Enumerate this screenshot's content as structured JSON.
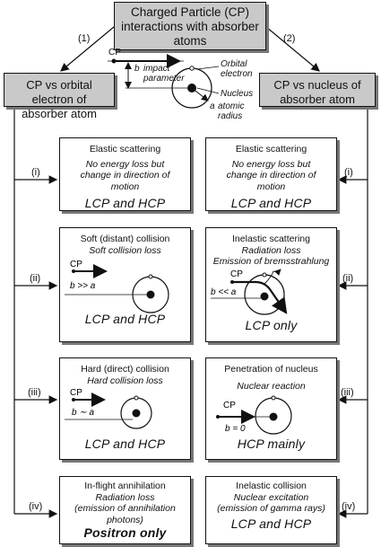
{
  "title": "Charged Particle (CP) interactions with absorber atoms",
  "branch_left": {
    "marker": "(1)",
    "title": "CP vs orbital electron of absorber atom",
    "sub": [
      {
        "marker": "(i)",
        "title": "Elastic scattering",
        "desc": "No energy loss but change in direction of motion",
        "result": "LCP and HCP"
      },
      {
        "marker": "(ii)",
        "title": "Soft (distant) collision",
        "desc": "Soft collision loss",
        "cond": "b >> a",
        "result": "LCP and HCP"
      },
      {
        "marker": "(iii)",
        "title": "Hard (direct) collision",
        "desc": "Hard collision loss",
        "cond": "b ∼ a",
        "result": "LCP and HCP"
      },
      {
        "marker": "(iv)",
        "title": "In-flight annihilation",
        "desc": "Radiation loss",
        "detail": "(emission of annihilation photons)",
        "result": "Positron only"
      }
    ]
  },
  "branch_right": {
    "marker": "(2)",
    "title": "CP vs nucleus of absorber atom",
    "sub": [
      {
        "marker": "(i)",
        "title": "Elastic scattering",
        "desc": "No energy loss but change in direction of motion",
        "result": "LCP and HCP"
      },
      {
        "marker": "(ii)",
        "title": "Inelastic scattering",
        "desc": "Radiation loss",
        "detail": "Emission of bremsstrahlung",
        "cond": "b << a",
        "result": "LCP only"
      },
      {
        "marker": "(iii)",
        "title": "Penetration of nucleus",
        "desc": "Nuclear reaction",
        "cond": "b = 0",
        "result": "HCP mainly"
      },
      {
        "marker": "(iv)",
        "title": "Inelastic collision",
        "desc": "Nuclear excitation",
        "detail": "(emission of gamma rays)",
        "result": "LCP and HCP"
      }
    ]
  },
  "atom_figure": {
    "cp": "CP",
    "b_label": "b",
    "b_desc": "impact parameter",
    "electron": "Orbital electron",
    "nucleus": "Nucleus",
    "a_label": "a",
    "a_desc": "atomic radius"
  },
  "cp_label": "CP"
}
